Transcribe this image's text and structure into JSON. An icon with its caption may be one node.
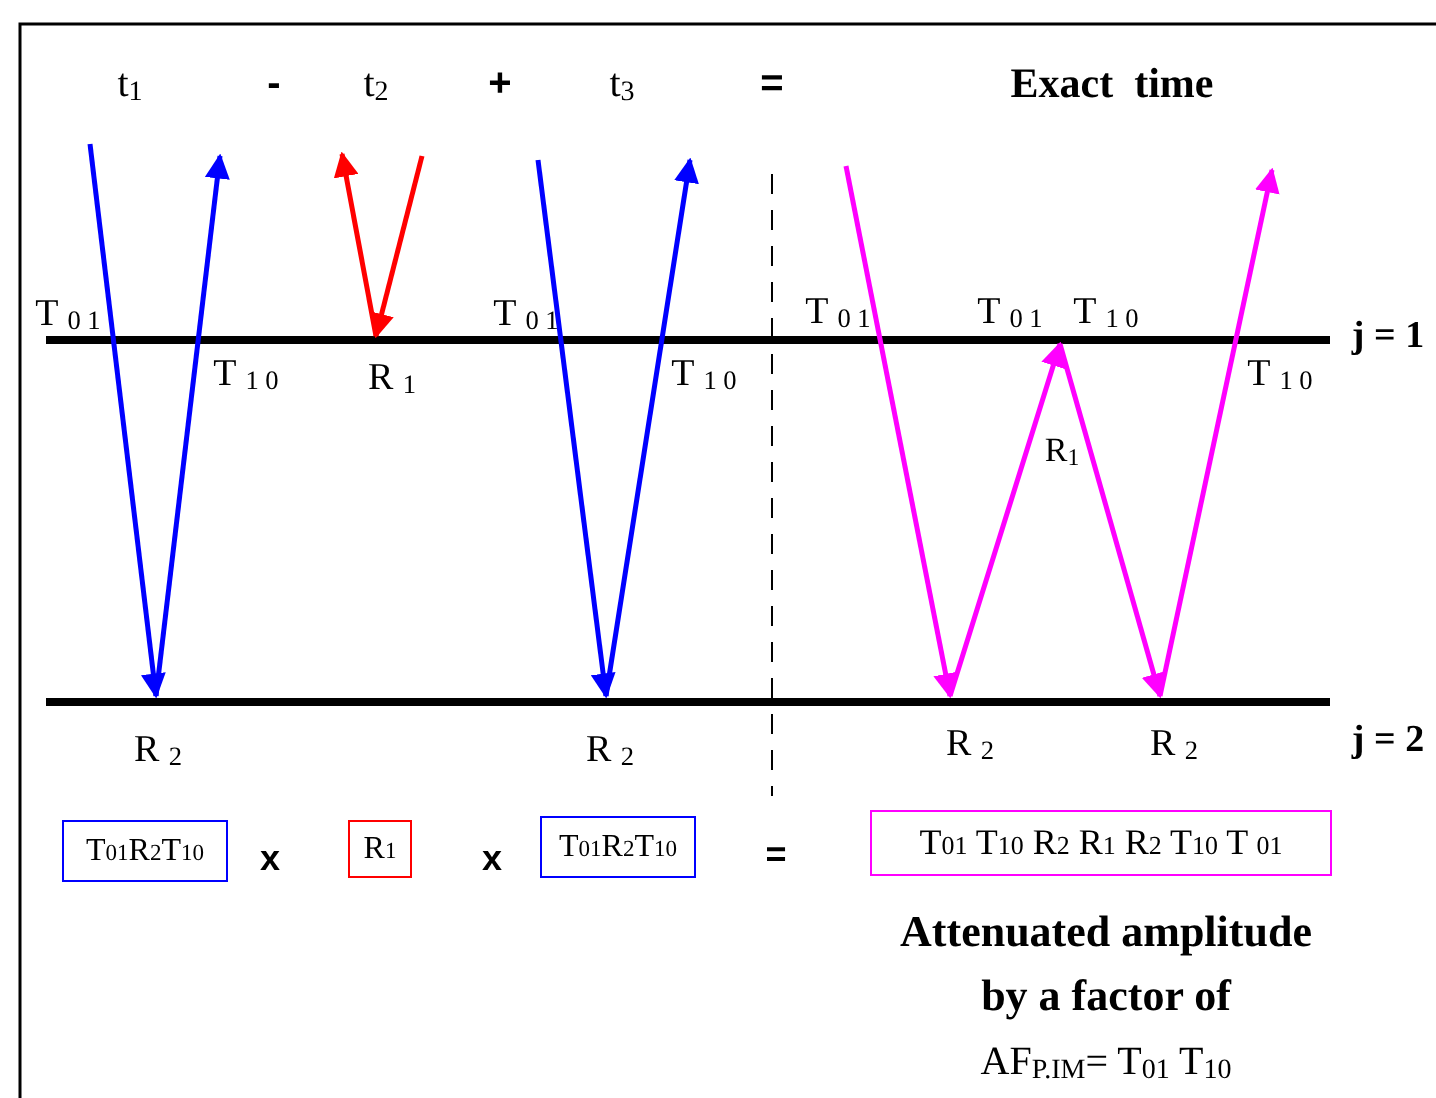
{
  "diagram": {
    "nodes": [
      {
        "text": [
          "T$_{01}$R$_{2}$T$_{10}$"
        ]
      },
      {
        "text": [
          "R$_{1}$"
        ]
      },
      {
        "text": [
          "T$_{01}$R$_{2}$T$_{10}$"
        ]
      },
      {
        "text": [
          "T$_{01}$ T$_{10}$ R$_{2}$ R$_{1}$ R$_{2}$ T$_{10}$ T $_{01}$"
        ]
      }
    ],
    "labels": [
      "t$_{1}$",
      "-",
      "t$_{2}$",
      "+",
      "t$_{3}$",
      "=",
      "Exact  time",
      "T $_{0 1}$",
      "T $_{0 1}$",
      "T $_{0 1}$",
      "T $_{0 1}$",
      "T $_{1 0}$",
      "j = 1",
      "T $_{1 0}$",
      "R $_{1}$",
      "T $_{1 0}$",
      "T $_{1 0}$",
      "R$_{1}$",
      "R $_{2}$",
      "R $_{2}$",
      "R $_{2}$",
      "R $_{2}$",
      "j = 2",
      "x",
      "x",
      "=",
      "Attenuated amplitude",
      "by a factor of",
      "AF$_{P.IM}$= T$_{01}$ T$_{10}$"
    ]
  }
}
